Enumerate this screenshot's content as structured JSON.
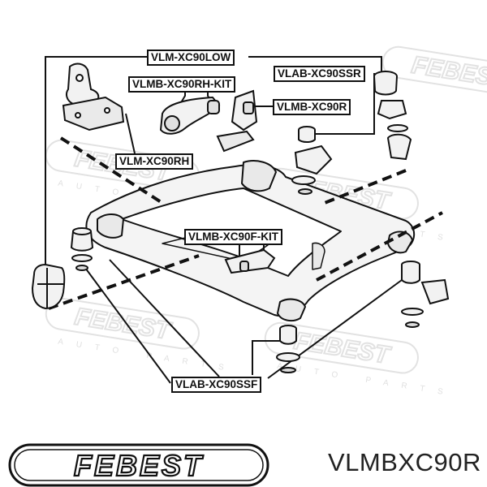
{
  "watermark": {
    "brand": "FEBEST",
    "tagline": "AUTO PARTS"
  },
  "labels": {
    "vlm_xc90low": "VLM-XC90LOW",
    "vlab_xc90ssr": "VLAB-XC90SSR",
    "vlmb_xc90rh_kit": "VLMB-XC90RH-KIT",
    "vlmb_xc90r": "VLMB-XC90R",
    "vlm_xc90rh": "VLM-XC90RH",
    "vlmb_xc90f_kit": "VLMB-XC90F-KIT",
    "vlab_xc90ssf": "VLAB-XC90SSF"
  },
  "brand_logo": {
    "text": "FEBEST"
  },
  "part_number": "VLMBXC90R",
  "colors": {
    "ink": "#111111",
    "watermark": "#e4e4e4",
    "part_fill": "#f2f2f2"
  }
}
